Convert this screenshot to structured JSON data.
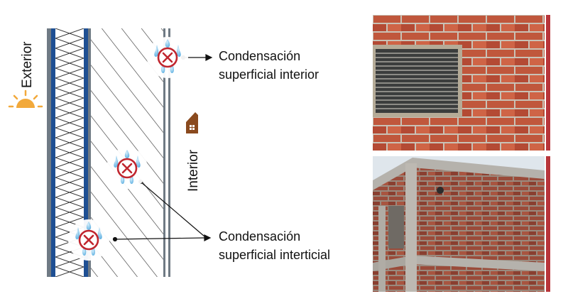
{
  "labels": {
    "exterior": "Exterior",
    "interior": "Interior"
  },
  "callouts": {
    "superficial_interior": [
      "Condensación",
      "superficial interior"
    ],
    "superficial_interticial": [
      "Condensación",
      "superficial interticial"
    ]
  },
  "icons": {
    "sun": "sun-icon",
    "house": "house-icon",
    "droplet": "water-drop-x-icon"
  },
  "colors": {
    "insulation_band": "#1e4f93",
    "frame_gray": "#6f7a84",
    "red_cross": "#c0262f",
    "drop_blue": "#7cc4ea",
    "sun": "#f2a93b",
    "house": "#8a4a1e",
    "accent_bar": "#b8353a",
    "brick": "#b5533a"
  },
  "photos": {
    "top": "brick-wall-with-ventilation-grille",
    "bottom": "brick-building-under-construction"
  }
}
